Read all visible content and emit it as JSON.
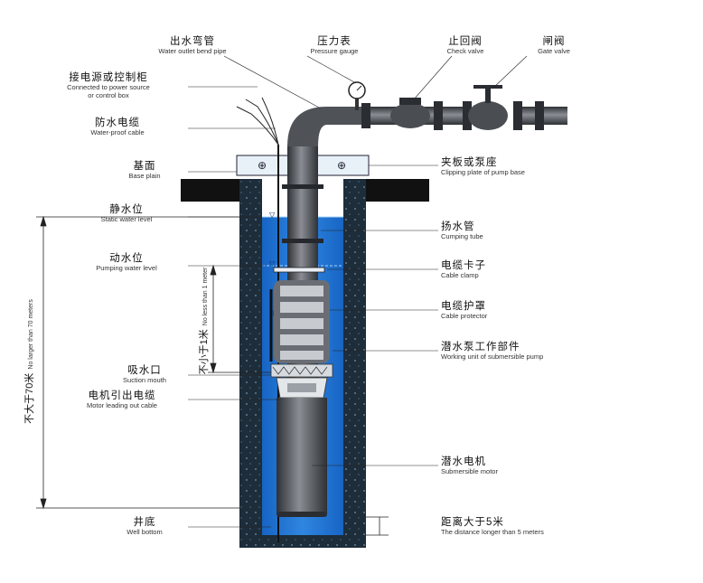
{
  "labels": {
    "outlet_bend_pipe": {
      "cn": "出水弯管",
      "en": "Water outlet bend pipe"
    },
    "pressure_gauge": {
      "cn": "压力表",
      "en": "Pressure gauge"
    },
    "check_valve": {
      "cn": "止回阀",
      "en": "Check valve"
    },
    "gate_valve": {
      "cn": "闸阀",
      "en": "Gate valve"
    },
    "power_source": {
      "cn": "接电源或控制柜",
      "en": "Connected to power source",
      "en2": "or control box"
    },
    "waterproof_cable": {
      "cn": "防水电缆",
      "en": "Water-proof cable"
    },
    "base_plain": {
      "cn": "基面",
      "en": "Base plain"
    },
    "clipping_plate": {
      "cn": "夹板或泵座",
      "en": "Clipping plate of pump base"
    },
    "static_level": {
      "cn": "静水位",
      "en": "Static water level"
    },
    "pumping_tube": {
      "cn": "扬水管",
      "en": "Cumping tube"
    },
    "pumping_level": {
      "cn": "动水位",
      "en": "Pumping water level"
    },
    "cable_clamp": {
      "cn": "电缆卡子",
      "en": "Cable clamp"
    },
    "cable_protector": {
      "cn": "电缆护罩",
      "en": "Cable protector"
    },
    "working_unit": {
      "cn": "潜水泵工作部件",
      "en": "Working unit of submersible pump"
    },
    "suction_mouth": {
      "cn": "吸水口",
      "en": "Suction mouth"
    },
    "motor_cable": {
      "cn": "电机引出电缆",
      "en": "Motor leading out cable"
    },
    "submersible_motor": {
      "cn": "潜水电机",
      "en": "Submersible motor"
    },
    "well_bottom": {
      "cn": "井底",
      "en": "Well bottom"
    },
    "distance": {
      "cn": "距离大于5米",
      "en": "The distance longer than 5 meters"
    }
  },
  "dims": {
    "not_less_1m": {
      "cn": "不小于1米",
      "en": "No less than 1 meter"
    },
    "not_more_70m": {
      "cn": "不大于70米",
      "en": "No larger than 70 meters"
    }
  },
  "colors": {
    "water": "#1a6fd0",
    "well_wall": "#1f2f3d",
    "pipe": "#4a4d52",
    "ground": "#111111",
    "leader": "#222222"
  }
}
